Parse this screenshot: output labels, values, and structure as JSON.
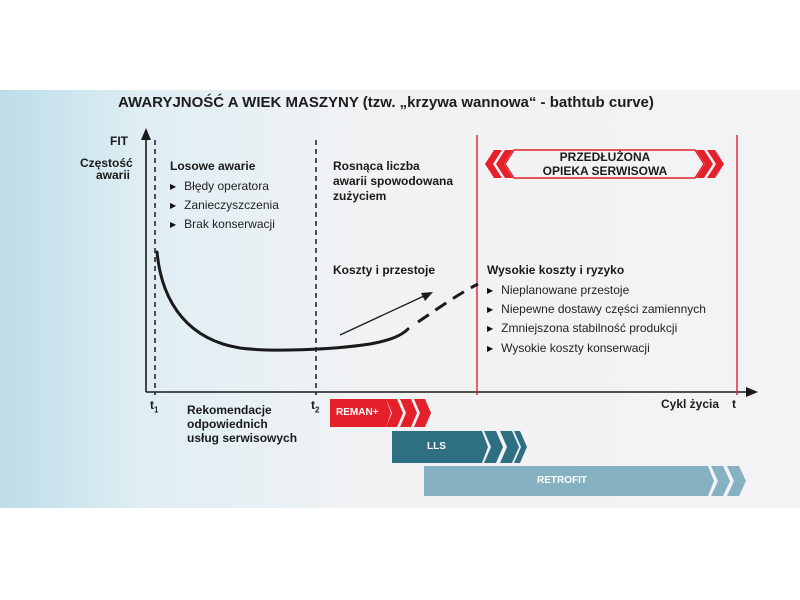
{
  "title": "AWARYJNOŚĆ A WIEK MASZYNY (tzw. „krzywa wannowa“ - bathtub curve)",
  "y_axis": {
    "label_top": "FIT",
    "label_1": "Częstość",
    "label_2": "awarii"
  },
  "x_axis": {
    "label": "Cykl życia",
    "end_symbol": "t",
    "t1": {
      "main": "t",
      "sub": "1"
    },
    "t2": {
      "main": "t",
      "sub": "2"
    }
  },
  "phase1": {
    "heading": "Losowe awarie",
    "items": [
      "Błędy operatora",
      "Zanieczyszczenia",
      "Brak konserwacji"
    ]
  },
  "phase2": {
    "heading_1": "Rosnąca liczba",
    "heading_2": "awarii spowodowana",
    "heading_3": "zużyciem",
    "costs": "Koszty i przestoje"
  },
  "phase3": {
    "heading": "Wysokie koszty i ryzyko",
    "items": [
      "Nieplanowane przestoje",
      "Niepewne dostawy części zamiennych",
      "Zmniejszona stabilność produkcji",
      "Wysokie koszty konserwacji"
    ]
  },
  "banner": {
    "line_1": "PRZEDŁUŻONA",
    "line_2": "OPIEKA SERWISOWA"
  },
  "recommendation": {
    "line_1": "Rekomendacje",
    "line_2": "odpowiednich",
    "line_3": "usług serwisowych"
  },
  "services": [
    {
      "label": "REMAN+",
      "color": "#e4202b"
    },
    {
      "label": "LLS",
      "color": "#2f6f84"
    },
    {
      "label": "RETROFIT",
      "color": "#86b1c2"
    }
  ],
  "colors": {
    "accent_red": "#e4202b",
    "curve": "#1a1a1a"
  }
}
